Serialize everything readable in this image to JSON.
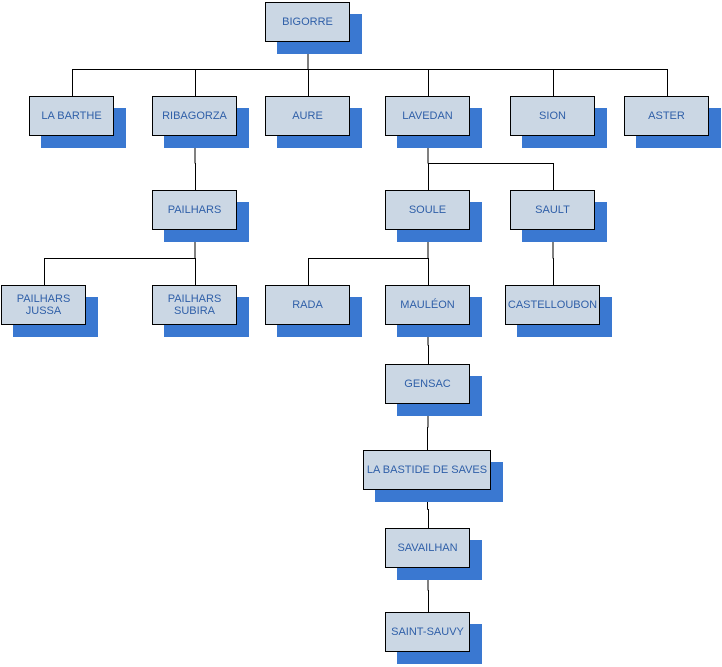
{
  "colors": {
    "box_fill": "#cbd7e4",
    "box_border": "#000000",
    "shadow": "#3a78d1",
    "text": "#2f5fa8",
    "connector": "#000000"
  },
  "nodes": {
    "bigorre": "BIGORRE",
    "la_barthe": "LA BARTHE",
    "ribagorza": "RIBAGORZA",
    "aure": "AURE",
    "lavedan": "LAVEDAN",
    "sion": "SION",
    "aster": "ASTER",
    "pailhars": "PAILHARS",
    "pailhars_jussa": "PAILHARS\nJUSSA",
    "pailhars_subira": "PAILHARS\nSUBIRA",
    "soule": "SOULE",
    "sault": "SAULT",
    "rada": "RADA",
    "mauleon": "MAULÉON",
    "castelloubon": "CASTELLOUBON",
    "gensac": "GENSAC",
    "la_bastide_de_saves": "LA BASTIDE DE SAVES",
    "savailhan": "SAVAILHAN",
    "saint_sauvy": "SAINT-SAUVY"
  },
  "edges": [
    [
      "bigorre",
      "la_barthe"
    ],
    [
      "bigorre",
      "ribagorza"
    ],
    [
      "bigorre",
      "aure"
    ],
    [
      "bigorre",
      "lavedan"
    ],
    [
      "bigorre",
      "sion"
    ],
    [
      "bigorre",
      "aster"
    ],
    [
      "ribagorza",
      "pailhars"
    ],
    [
      "pailhars",
      "pailhars_jussa"
    ],
    [
      "pailhars",
      "pailhars_subira"
    ],
    [
      "lavedan",
      "soule"
    ],
    [
      "lavedan",
      "sault"
    ],
    [
      "soule",
      "rada"
    ],
    [
      "soule",
      "mauleon"
    ],
    [
      "sault",
      "castelloubon"
    ],
    [
      "mauleon",
      "gensac"
    ],
    [
      "gensac",
      "la_bastide_de_saves"
    ],
    [
      "la_bastide_de_saves",
      "savailhan"
    ],
    [
      "savailhan",
      "saint_sauvy"
    ]
  ]
}
